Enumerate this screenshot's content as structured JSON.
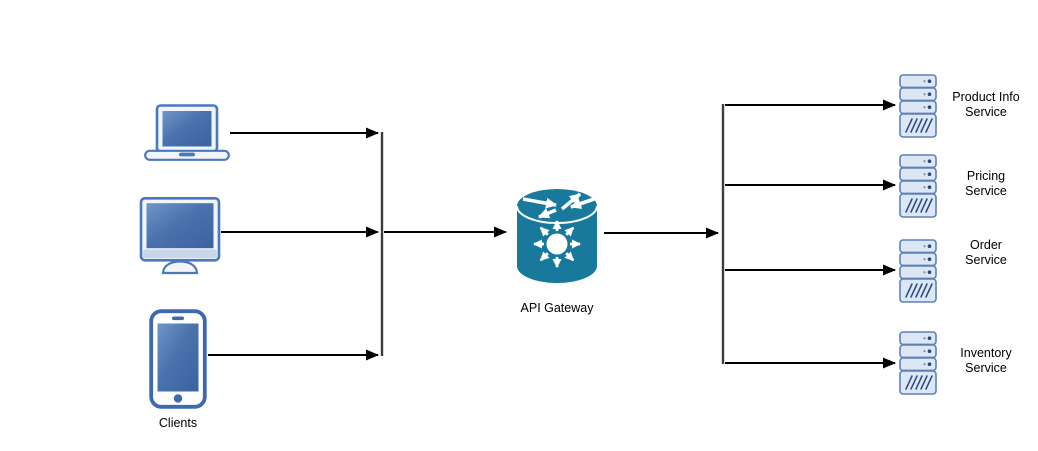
{
  "diagram": {
    "title_semantic": "API Gateway microservices diagram",
    "clients": {
      "label": "Clients",
      "devices": [
        {
          "name": "laptop-client"
        },
        {
          "name": "desktop-client"
        },
        {
          "name": "mobile-client"
        }
      ]
    },
    "gateway": {
      "label": "API Gateway"
    },
    "services": [
      {
        "line1": "Product Info",
        "line2": "Service"
      },
      {
        "line1": "Pricing",
        "line2": "Service"
      },
      {
        "line1": "Order",
        "line2": "Service"
      },
      {
        "line1": "Inventory",
        "line2": "Service"
      }
    ],
    "colors": {
      "gateway_teal": "#18799C",
      "device_stroke": "#4A78BD",
      "phone_stroke": "#3F69AE",
      "screen_blue_light": "#5C85BA",
      "screen_blue_dark": "#3A62A0",
      "bezel_fill": "#F1F5FA",
      "monitor_strip": "#C9D5E8",
      "server_fill": "#DCE6F4",
      "server_stroke": "#5D81B5",
      "server_detail": "#274A85",
      "connector": "#000000",
      "junction_line": "#3D3D3D",
      "text": "#000000"
    }
  }
}
